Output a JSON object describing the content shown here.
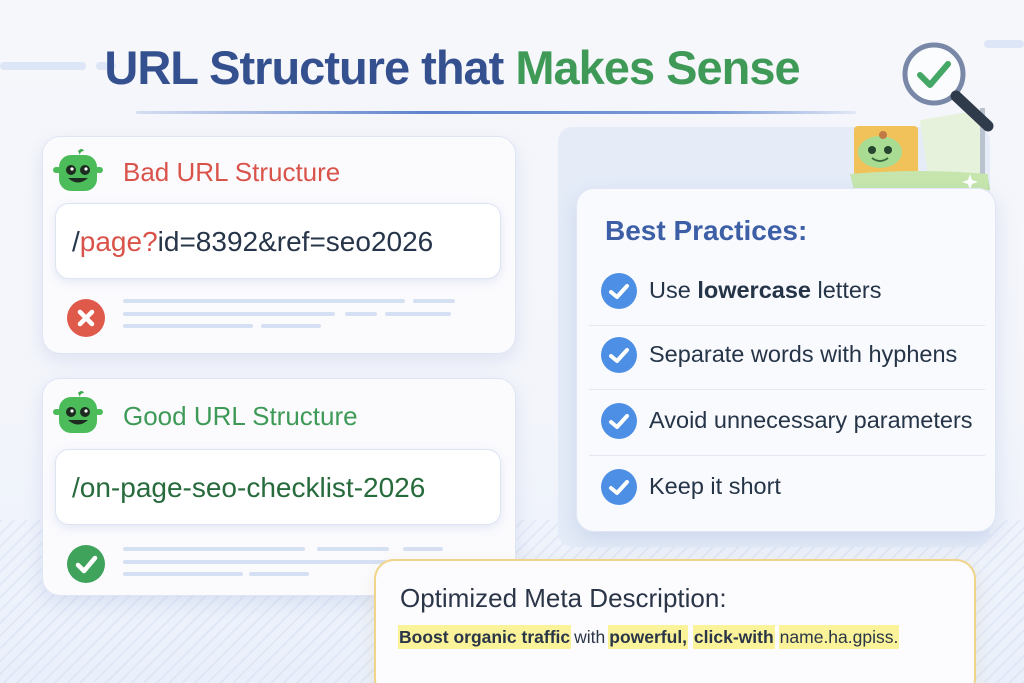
{
  "title": {
    "part1": "URL Structure that ",
    "part2": "Makes Sense",
    "icon": "magnifier-check-icon"
  },
  "colors": {
    "title_blue": "#34508f",
    "title_green": "#3f9a58",
    "bad_red": "#d9534a",
    "good_green": "#3f9a58",
    "check_blue": "#4d8fe4",
    "meta_border": "#f0d48a",
    "highlight": "#faf078"
  },
  "bad_card": {
    "heading": "Bad URL Structure",
    "url_prefix": "/",
    "url_highlight": "page?",
    "url_rest": "id=8392&ref=seo2026",
    "status_icon": "x-circle-icon",
    "mascot": "green-robot-mascot-icon"
  },
  "good_card": {
    "heading": "Good URL Structure",
    "url": "/on-page-seo-checklist-2026",
    "status_icon": "check-circle-icon",
    "mascot": "green-robot-mascot-icon"
  },
  "best_practices": {
    "title": "Best Practices:",
    "items": [
      {
        "pre": "Use ",
        "bold": "lowercase",
        "post": " letters"
      },
      {
        "pre": "Separate words with hyphens",
        "bold": "",
        "post": ""
      },
      {
        "pre": "Avoid unnecessary parameters",
        "bold": "",
        "post": ""
      },
      {
        "pre": "Keep it short",
        "bold": "",
        "post": ""
      }
    ]
  },
  "meta": {
    "title": "Optimized Meta Description:",
    "seg1": "Boost organic traffic",
    "seg2": "with",
    "seg3": "powerful,",
    "seg4": "click-with",
    "seg5": "name.ha.gpiss."
  }
}
